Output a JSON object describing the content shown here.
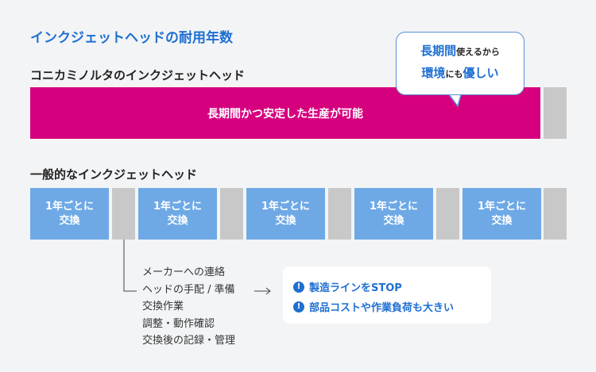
{
  "title": "インクジェットヘッドの耐用年数",
  "konica": {
    "label": "コニカミノルタのインクジェットヘッド",
    "bar_text": "長期間かつ安定した生産が可能"
  },
  "bubble": {
    "line1_big": "長期間",
    "line1_small": "使えるから",
    "line2_big1": "環境",
    "line2_small": "にも",
    "line2_big2": "優しい"
  },
  "general": {
    "label": "一般的なインクジェットヘッド",
    "blocks": [
      "1年ごとに\n交換",
      "1年ごとに\n交換",
      "1年ごとに\n交換",
      "1年ごとに\n交換",
      "1年ごとに\n交換"
    ]
  },
  "tasks": [
    "メーカーへの連絡",
    "ヘッドの手配 / 準備",
    "交換作業",
    "調整・動作確認",
    "交換後の記録・管理"
  ],
  "consequences": [
    "製造ラインをSTOP",
    "部品コストや作業負荷も大きい"
  ],
  "colors": {
    "accent_blue": "#1f6fd1",
    "magenta": "#d6007f",
    "light_blue": "#6ea9e6",
    "gray": "#c8c8c8"
  }
}
